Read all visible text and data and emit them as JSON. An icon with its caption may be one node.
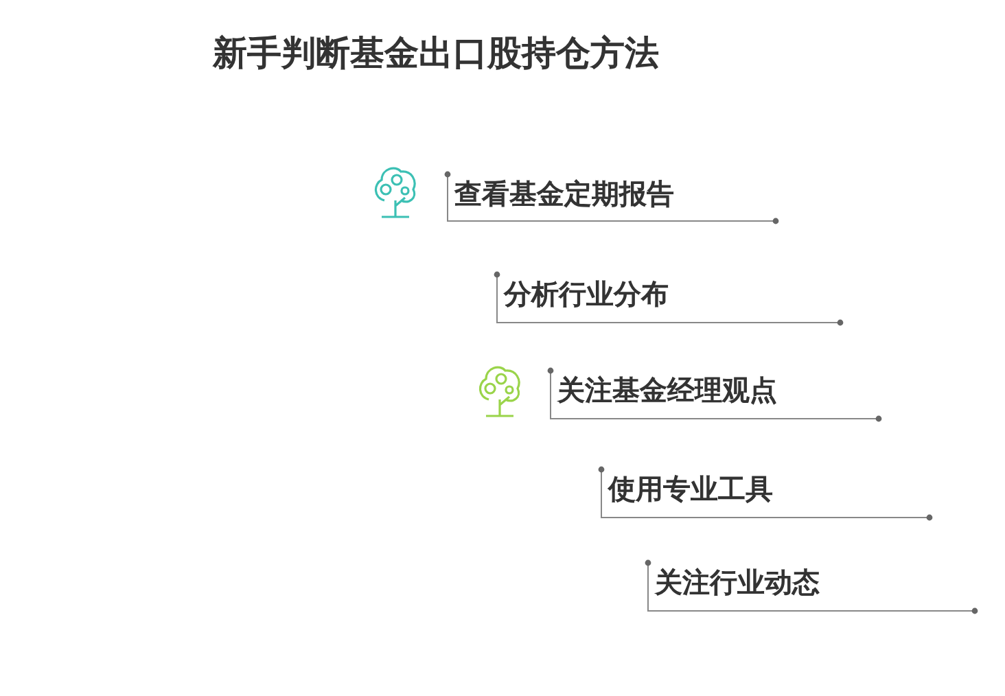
{
  "diagram": {
    "title": "新手判断基金出口股持仓方法",
    "nodes": [
      {
        "text": [
          "查看基金定期报告"
        ]
      },
      {
        "text": [
          "分析行业分布"
        ]
      },
      {
        "text": [
          "关注基金经理观点"
        ]
      },
      {
        "text": [
          "使用专业工具"
        ]
      },
      {
        "text": [
          "关注行业动态"
        ]
      }
    ]
  }
}
